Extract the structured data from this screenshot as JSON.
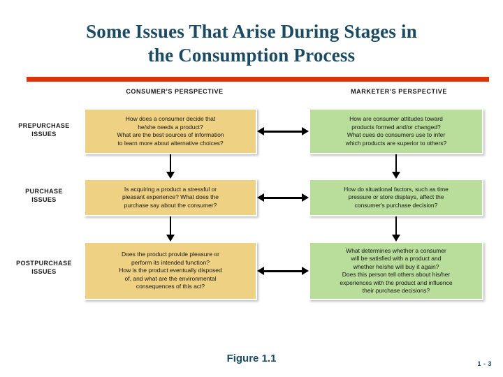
{
  "slide": {
    "title_line_1": "Some Issues That Arise During Stages in",
    "title_line_2": "the Consumption Process",
    "caption": "Figure 1.1",
    "page_number": "1 - 3",
    "accent_rule_color": "#dc3409",
    "title_color": "#1b4a63"
  },
  "figure": {
    "column_headers": {
      "left": "CONSUMER'S PERSPECTIVE",
      "right": "MARKETER'S PERSPECTIVE"
    },
    "row_labels": {
      "prepurchase_line_1": "PREPURCHASE",
      "prepurchase_line_2": "ISSUES",
      "purchase_line_1": "PURCHASE",
      "purchase_line_2": "ISSUES",
      "postpurchase_line_1": "POSTPURCHASE",
      "postpurchase_line_2": "ISSUES"
    },
    "colors": {
      "consumer_box": "#efd183",
      "marketer_box": "#b9dd9a",
      "arrow": "#000000"
    },
    "boxes": {
      "prepurchase_consumer": [
        "How does a consumer decide that",
        "he/she needs a product?",
        "What are the best sources of information",
        "to learn more about alternative choices?"
      ],
      "prepurchase_marketer": [
        "How are consumer attitudes toward",
        "products formed and/or changed?",
        "What cues do consumers use to infer",
        "which products are superior to others?"
      ],
      "purchase_consumer": [
        "Is acquiring a product a stressful or",
        "pleasant experience? What does the",
        "purchase say about the consumer?"
      ],
      "purchase_marketer": [
        "How do situational factors, such as time",
        "pressure or store displays, affect the",
        "consumer's purchase decision?"
      ],
      "postpurchase_consumer": [
        "Does the product provide pleasure or",
        "perform its intended function?",
        "How is the product eventually disposed",
        "of, and what are the environmental",
        "consequences of this act?"
      ],
      "postpurchase_marketer": [
        "What determines whether a consumer",
        "will be satisfied with a product and",
        "whether he/she will buy it again?",
        "Does this person tell others about his/her",
        "experiences with the product and influence",
        "their purchase decisions?"
      ]
    }
  }
}
